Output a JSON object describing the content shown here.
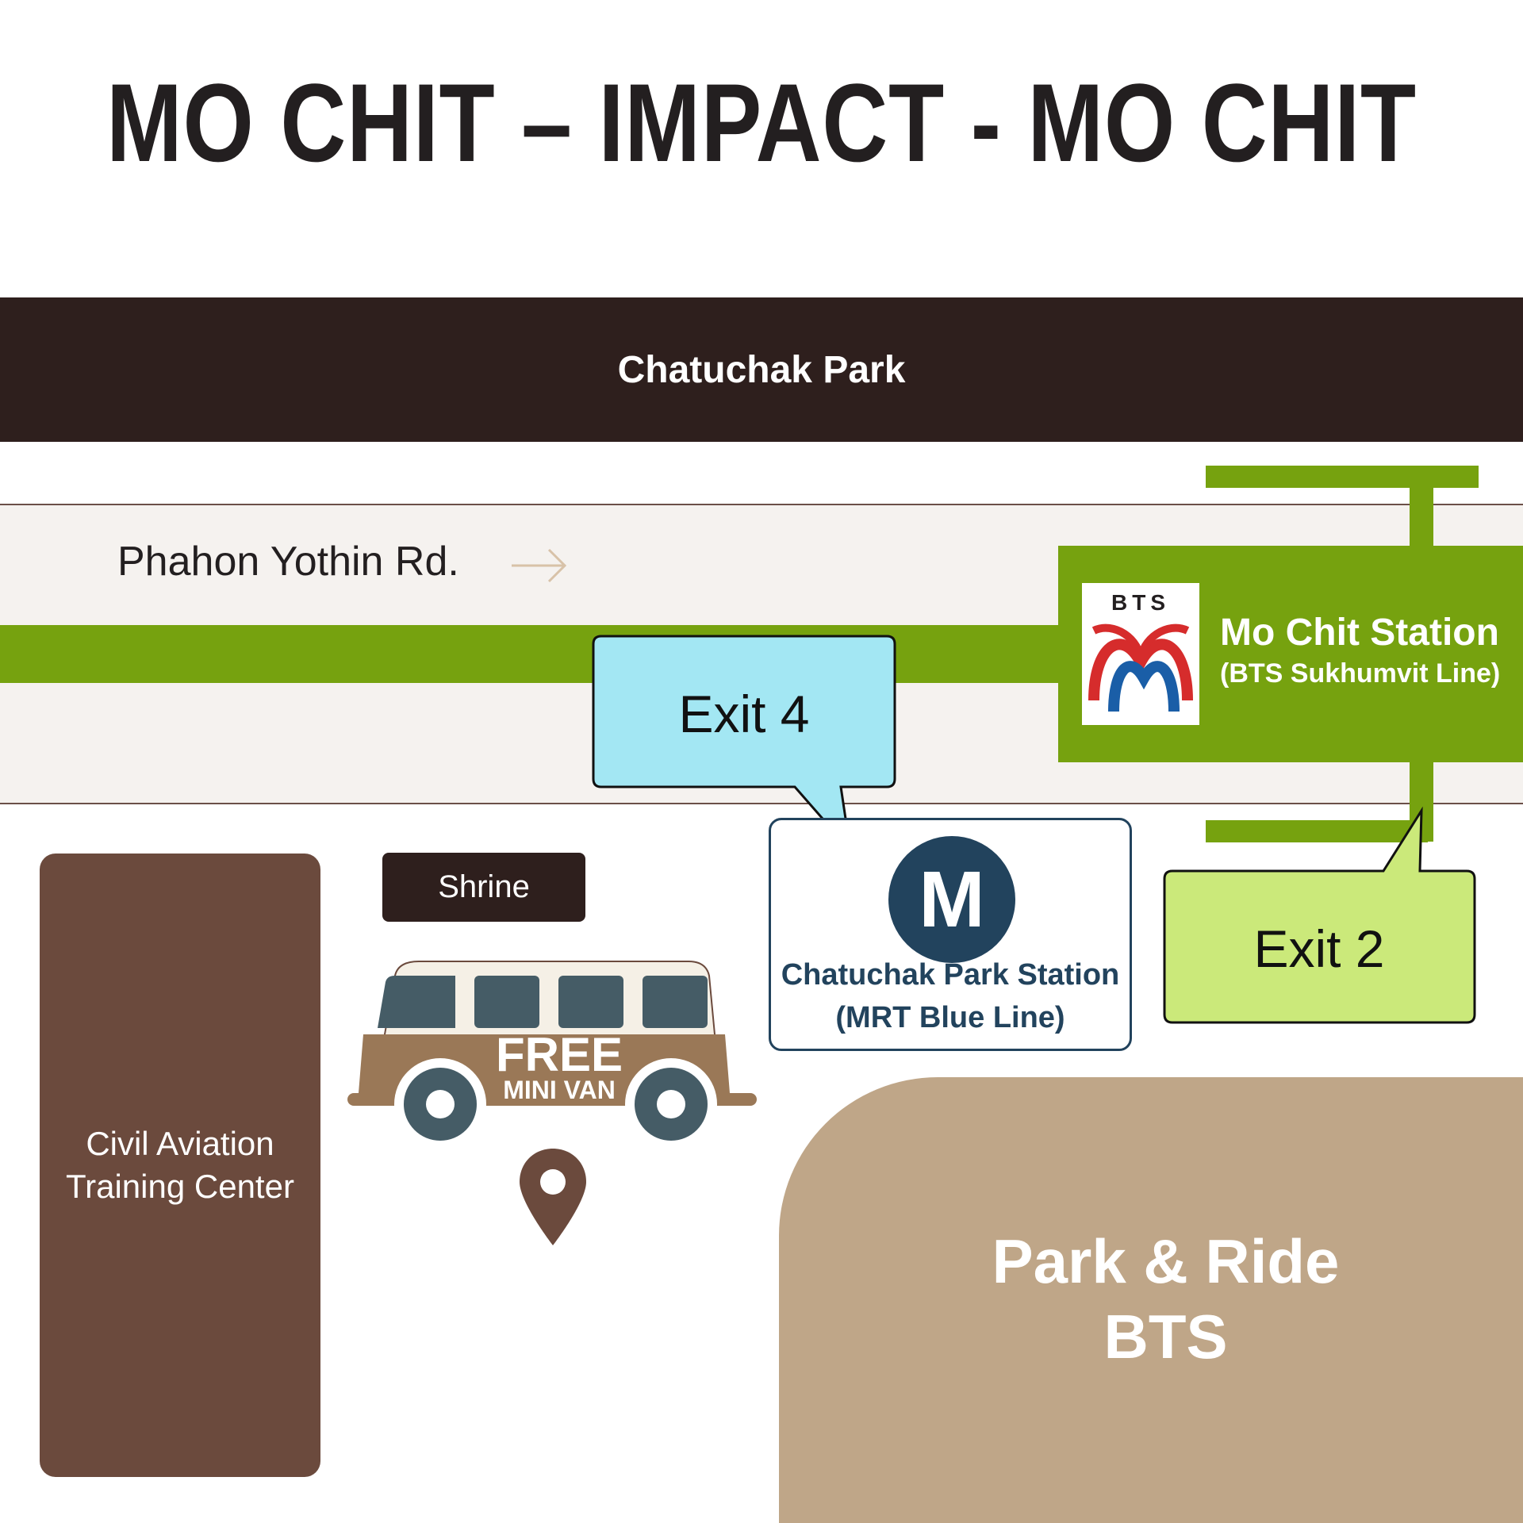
{
  "title": "MO CHIT – IMPACT - MO CHIT",
  "map": {
    "top_band_label": "Chatuchak Park",
    "road": {
      "label": "Phahon Yothin Rd.",
      "direction_icon": "arrow-right-icon"
    },
    "bts_station": {
      "logo_text": "BTS",
      "name": "Mo Chit Station",
      "line": "(BTS Sukhumvit Line)"
    },
    "exit4": {
      "label": "Exit 4"
    },
    "exit2": {
      "label": "Exit 2"
    },
    "mrt_station": {
      "logo_letter": "M",
      "name": "Chatuchak Park Station",
      "line": "(MRT Blue Line)"
    },
    "civil_aviation": {
      "line1": "Civil Aviation",
      "line2": "Training Center"
    },
    "shrine": "Shrine",
    "van": {
      "line1": "FREE",
      "line2": "MINI VAN",
      "icon": "minivan-icon"
    },
    "pickup_marker": "map-pin-icon",
    "park_and_ride": {
      "line1": "Park & Ride",
      "line2": "BTS"
    }
  },
  "colors": {
    "bts_green": "#76a20f",
    "dark_brown": "#2e1f1d",
    "building_brown": "#6b4a3d",
    "park_ride_tan": "#bfa688",
    "exit4_blue": "#a3e7f3",
    "exit2_green": "#cbe97a",
    "mrt_navy": "#22435d",
    "van_brown": "#9a7857",
    "van_window": "#455c66",
    "road_fill": "#f5f2ef"
  }
}
